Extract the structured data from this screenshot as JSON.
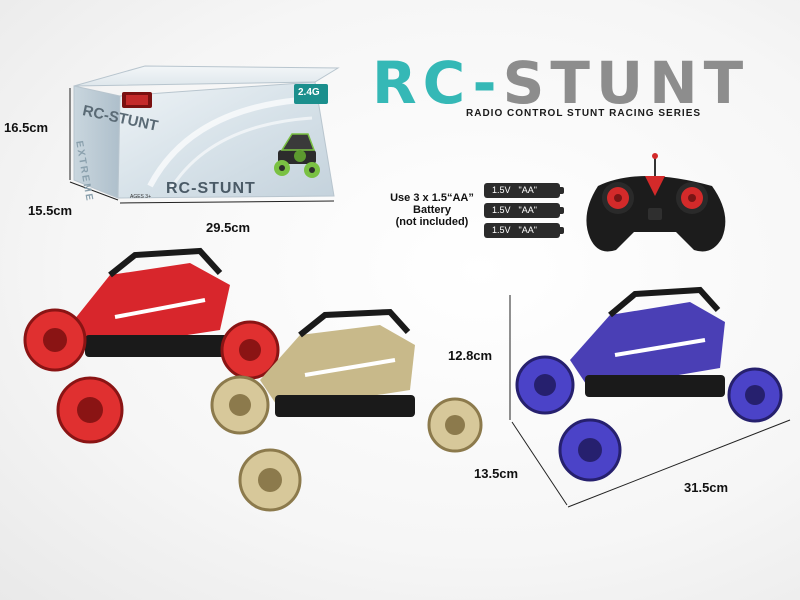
{
  "brand": {
    "logo_rc": "RC-",
    "logo_stunt": "STUNT",
    "subtitle": "RADIO CONTROL STUNT RACING SERIES",
    "rc_color": "#35b8b6",
    "stunt_color": "#8d8d8d"
  },
  "box": {
    "label": "RC-STUNT",
    "frequency_badge": "2.4G",
    "side_text": "EXTREME",
    "age_badge": "AGES 3+",
    "height_label": "16.5cm",
    "depth_label": "15.5cm",
    "width_label": "29.5cm"
  },
  "battery": {
    "note_line1": "Use 3 x 1.5“AA”",
    "note_line2": "Battery",
    "note_line3": "(not included)",
    "cells": [
      {
        "voltage": "1.5V",
        "type": "\"AA\""
      },
      {
        "voltage": "1.5V",
        "type": "\"AA\""
      },
      {
        "voltage": "1.5V",
        "type": "\"AA\""
      }
    ]
  },
  "cars": [
    {
      "color_name": "red",
      "color": "#d8262c"
    },
    {
      "color_name": "gold",
      "color": "#c8b98a"
    },
    {
      "color_name": "purple",
      "color": "#4a3fb5"
    }
  ],
  "car_dimensions": {
    "height_label": "12.8cm",
    "width_label": "13.5cm",
    "length_label": "31.5cm"
  }
}
